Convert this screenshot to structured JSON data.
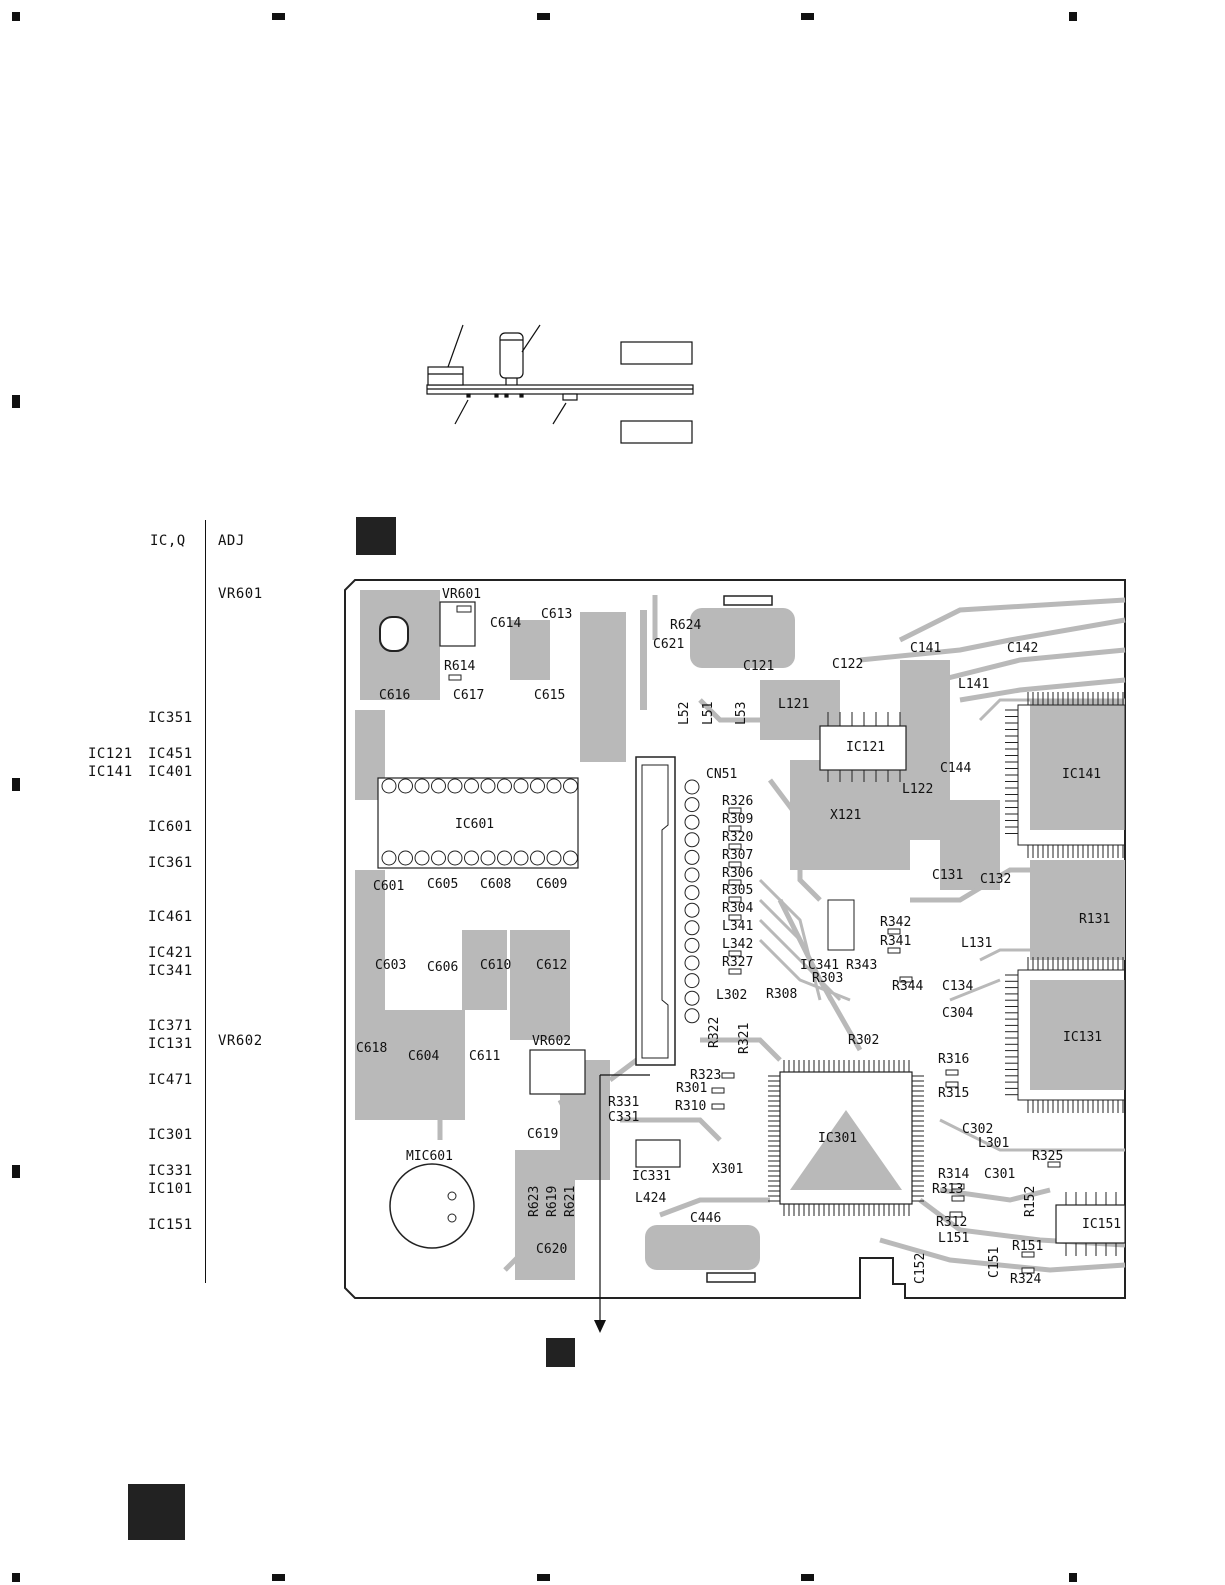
{
  "ref_table": {
    "col1": [
      "IC,Q",
      "IC351",
      "IC121",
      "IC141",
      "IC601",
      "IC361",
      "IC461",
      "IC421",
      "IC341",
      "IC371",
      "IC131",
      "IC471",
      "IC301",
      "IC331",
      "IC101",
      "IC151"
    ],
    "col1b": [
      "IC451",
      "IC401"
    ],
    "col2": [
      "ADJ",
      "VR601",
      "VR602"
    ]
  },
  "pcb_labels": [
    "VR601",
    "C614",
    "C613",
    "R624",
    "C621",
    "C121",
    "C122",
    "C141",
    "C142",
    "R614",
    "C616",
    "C617",
    "C615",
    "L52",
    "L51",
    "L53",
    "L121",
    "L141",
    "IC121",
    "CN51",
    "C144",
    "IC141",
    "L122",
    "X121",
    "IC601",
    "R326",
    "R309",
    "R320",
    "R307",
    "R306",
    "R305",
    "R304",
    "L341",
    "L342",
    "R327",
    "C131",
    "C132",
    "R131",
    "C601",
    "C605",
    "C608",
    "C609",
    "R342",
    "R341",
    "IC341",
    "R343",
    "R303",
    "R344",
    "L131",
    "C134",
    "C603",
    "C606",
    "C610",
    "C612",
    "L302",
    "R308",
    "R302",
    "C304",
    "IC131",
    "R321",
    "R322",
    "C618",
    "C604",
    "C611",
    "VR602",
    "R323",
    "R301",
    "R316",
    "R315",
    "R331",
    "C331",
    "R310",
    "IC301",
    "C302",
    "L301",
    "C619",
    "IC331",
    "X301",
    "R325",
    "MIC601",
    "R314",
    "R313",
    "C301",
    "R152",
    "R623",
    "R619",
    "R621",
    "L424",
    "C446",
    "R312",
    "IC151",
    "L151",
    "C620",
    "C152",
    "C151",
    "R151",
    "R324"
  ],
  "colors": {
    "trace": "#b9b9b9",
    "board_outline": "#222222",
    "ink": "#111111"
  }
}
